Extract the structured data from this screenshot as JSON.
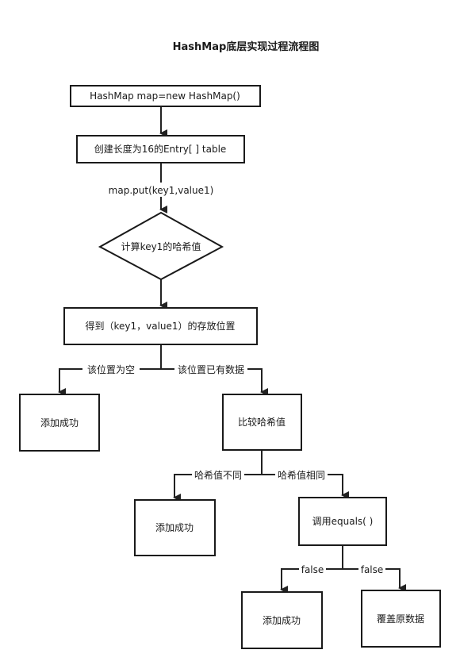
{
  "title": "HashMap底层实现过程流程图",
  "nodes": {
    "new_hashmap": "HashMap map=new HashMap()",
    "create_table": "创建长度为16的Entry[ ] table",
    "compute_hash": "计算key1的哈希值",
    "get_position": "得到（key1，value1）的存放位置",
    "add_success_1": "添加成功",
    "compare_hash": "比较哈希值",
    "add_success_2": "添加成功",
    "call_equals": "调用equals( )",
    "add_success_3": "添加成功",
    "overwrite": "覆盖原数据"
  },
  "edges": {
    "put_call": "map.put(key1,value1)",
    "slot_empty": "该位置为空",
    "slot_has_data": "该位置已有数据",
    "hash_different": "哈希值不同",
    "hash_same": "哈希值相同",
    "equals_false_left": "false",
    "equals_false_right": "false"
  }
}
